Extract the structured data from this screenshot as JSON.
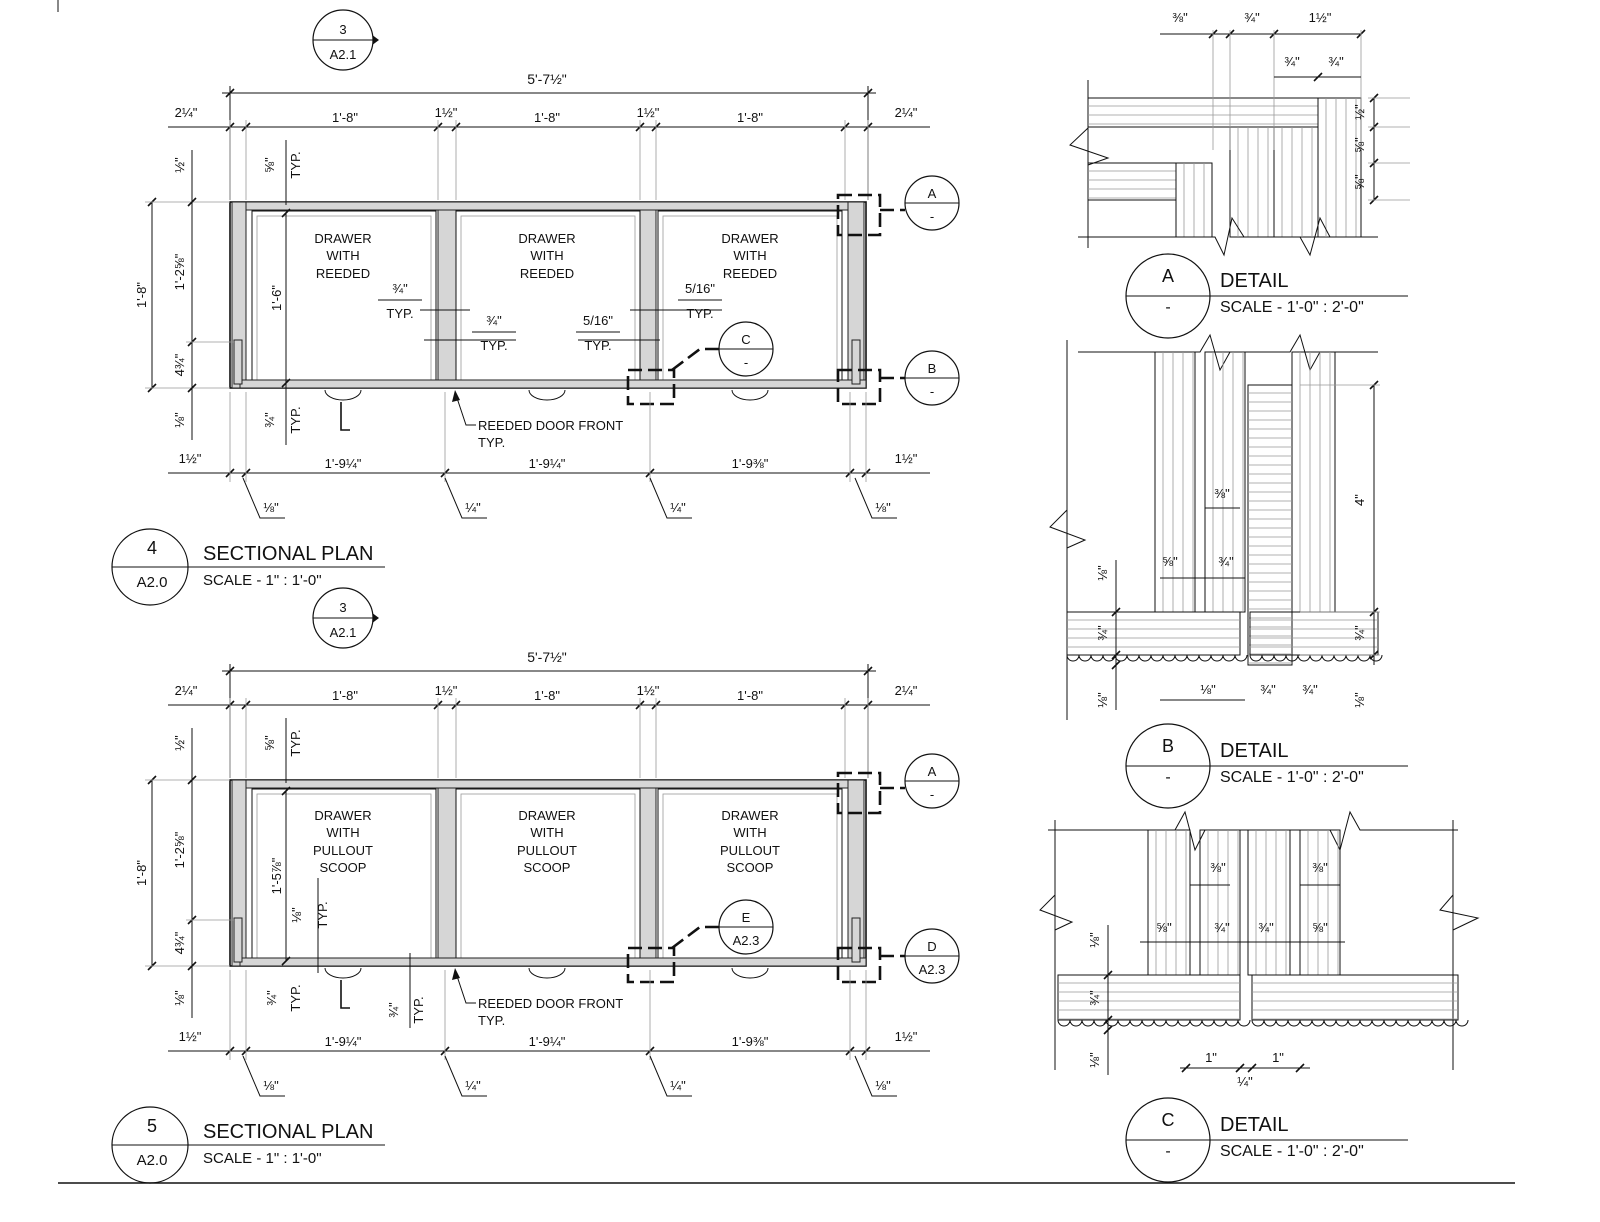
{
  "plans": [
    {
      "number": "4",
      "sheet": "A2.0",
      "title": "SECTIONAL PLAN",
      "scale": "SCALE - 1\" : 1'-0\"",
      "section_callout": {
        "number": "3",
        "sheet": "A2.1"
      },
      "overall_width": "5'-7½\"",
      "top_dims": [
        "2¼\"",
        "1'-8\"",
        "1½\"",
        "1'-8\"",
        "1½\"",
        "1'-8\"",
        "2¼\""
      ],
      "bottom_dims": [
        "1½\"",
        "1'-9¼\"",
        "1'-9¼\"",
        "1'-9⅜\"",
        "1½\""
      ],
      "leader_dims": [
        "⅛\"",
        "¼\"",
        "¼\"",
        "⅛\""
      ],
      "left_dims": {
        "overall": "1'-8\"",
        "top": "½\"",
        "middle": "1'-2⅝\"",
        "lower": "4¾\"",
        "bottom": "⅛\""
      },
      "interior_height": "1'-6\"",
      "top_note": [
        "⅝\"",
        "TYP."
      ],
      "bottom_note": [
        "¾\"",
        "TYP."
      ],
      "partition_notes": [
        [
          "¾\"",
          "TYP."
        ],
        [
          "¾\"",
          "TYP."
        ],
        [
          "5/16\"",
          "TYP."
        ],
        [
          "5/16\"",
          "TYP."
        ]
      ],
      "drawer_labels": [
        [
          "DRAWER",
          "WITH",
          "REEDED"
        ],
        [
          "DRAWER",
          "WITH",
          "REEDED"
        ],
        [
          "DRAWER",
          "WITH",
          "REEDED"
        ]
      ],
      "door_front_note": [
        "REEDED DOOR FRONT",
        "TYP."
      ],
      "detail_callouts": [
        {
          "tag": "A",
          "sheet": "-"
        },
        {
          "tag": "B",
          "sheet": "-"
        },
        {
          "tag": "C",
          "sheet": "-"
        }
      ]
    },
    {
      "number": "5",
      "sheet": "A2.0",
      "title": "SECTIONAL PLAN",
      "scale": "SCALE - 1\" : 1'-0\"",
      "section_callout": {
        "number": "3",
        "sheet": "A2.1"
      },
      "overall_width": "5'-7½\"",
      "top_dims": [
        "2¼\"",
        "1'-8\"",
        "1½\"",
        "1'-8\"",
        "1½\"",
        "1'-8\"",
        "2¼\""
      ],
      "bottom_dims": [
        "1½\"",
        "1'-9¼\"",
        "1'-9¼\"",
        "1'-9⅜\"",
        "1½\""
      ],
      "leader_dims": [
        "⅛\"",
        "¼\"",
        "¼\"",
        "⅛\""
      ],
      "left_dims": {
        "overall": "1'-8\"",
        "top": "½\"",
        "middle": "1'-2⅝\"",
        "lower": "4¾\"",
        "bottom": "⅛\""
      },
      "interior_height": "1'-5⅞\"",
      "top_note": [
        "⅝\"",
        "TYP."
      ],
      "inner_note": [
        "⅛\"",
        "TYP."
      ],
      "bottom_note": [
        "¾\"",
        "TYP."
      ],
      "drawer_labels": [
        [
          "DRAWER",
          "WITH",
          "PULLOUT",
          "SCOOP"
        ],
        [
          "DRAWER",
          "WITH",
          "PULLOUT",
          "SCOOP"
        ],
        [
          "DRAWER",
          "WITH",
          "PULLOUT",
          "SCOOP"
        ]
      ],
      "door_front_note": [
        "REEDED DOOR FRONT",
        "TYP."
      ],
      "detail_callouts": [
        {
          "tag": "A",
          "sheet": "-"
        },
        {
          "tag": "D",
          "sheet": "A2.3"
        },
        {
          "tag": "E",
          "sheet": "A2.3"
        }
      ]
    }
  ],
  "details": [
    {
      "tag": "A",
      "sheet": "-",
      "title": "DETAIL",
      "scale": "SCALE - 1'-0\" : 2'-0\"",
      "dims": [
        "⅜\"",
        "¾\"",
        "1½\"",
        "¾\"",
        "¾\"",
        "½\"",
        "⅝\"",
        "⅝\""
      ]
    },
    {
      "tag": "B",
      "sheet": "-",
      "title": "DETAIL",
      "scale": "SCALE - 1'-0\" : 2'-0\"",
      "dims": [
        "⅜\"",
        "⅝\"",
        "¾\"",
        "4\"",
        "⅛\"",
        "¾\"",
        "⅛\"",
        "⅛\"",
        "¾\"",
        "¾\"",
        "¾\"",
        "⅛\""
      ]
    },
    {
      "tag": "C",
      "sheet": "-",
      "title": "DETAIL",
      "scale": "SCALE - 1'-0\" : 2'-0\"",
      "dims": [
        "⅜\"",
        "⅜\"",
        "⅝\"",
        "¾\"",
        "¾\"",
        "⅝\"",
        "⅛\"",
        "¾\"",
        "⅛\"",
        "1\"",
        "1\"",
        "¼\""
      ]
    }
  ]
}
